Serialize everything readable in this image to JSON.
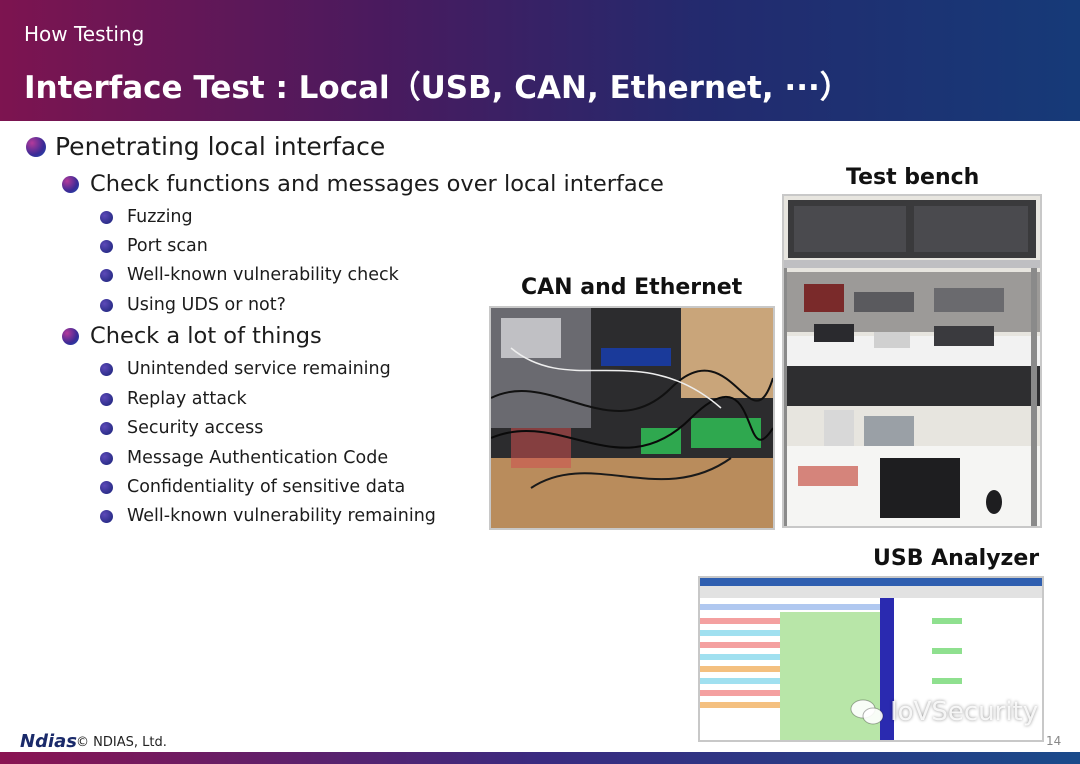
{
  "header": {
    "section": "How Testing",
    "title": "Interface Test : Local（USB, CAN, Ethernet, ···）"
  },
  "content": {
    "lvl1": "Penetrating local interface",
    "group1": {
      "label": "Check functions and messages over local interface",
      "items": [
        "Fuzzing",
        "Port scan",
        "Well-known vulnerability check",
        "Using UDS or not?"
      ]
    },
    "group2": {
      "label": "Check a lot of things",
      "items": [
        "Unintended service remaining",
        "Replay attack",
        "Security access",
        "Message Authentication Code",
        "Confidentiality of sensitive data",
        "Well-known vulnerability remaining"
      ]
    }
  },
  "photos": {
    "test_bench": "Test bench",
    "can_ethernet": "CAN and Ethernet",
    "usb_analyzer": "USB Analyzer"
  },
  "footer": {
    "logo": "Ndias",
    "copyright": "© NDIAS, Ltd.",
    "page_number": "14"
  },
  "watermark": "IoVSecurity",
  "colors": {
    "header_start": "#7d1450",
    "header_end": "#163a78"
  }
}
